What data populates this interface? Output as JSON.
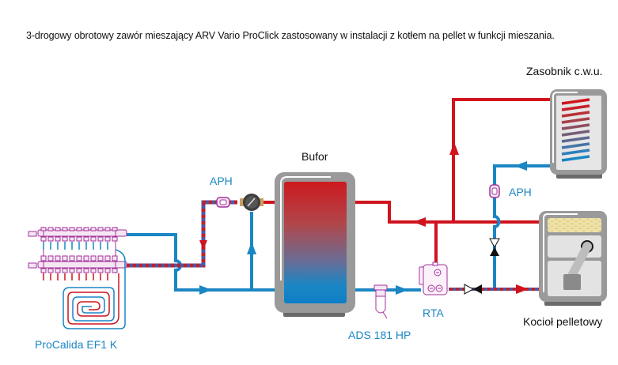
{
  "caption": "3-drogowy obrotowy zawór mieszający ARV Vario ProClick zastosowany w instalacji z kotłem na pellet w funkcji mieszania.",
  "labels": {
    "dhw_tank": "Zasobnik c.w.u.",
    "buffer": "Bufor",
    "aph_left": "APH",
    "aph_right": "APH",
    "underfloor": "ProCalida EF1 K",
    "filter": "ADS 181 HP",
    "rta": "RTA",
    "boiler": "Kocioł pelletowy"
  },
  "colors": {
    "hot": "#d0141e",
    "cold": "#1b86c4",
    "component": "#a3329a",
    "casing": "#9a9a9a",
    "text_blue": "#1b86c4"
  },
  "components": [
    {
      "name": "underfloor-manifold",
      "icon": "manifold-icon"
    },
    {
      "name": "floor-heating-loop",
      "icon": "spiral-loop-icon"
    },
    {
      "name": "aph-left",
      "icon": "aph-icon"
    },
    {
      "name": "arv-mixing-valve",
      "icon": "mixing-valve-icon"
    },
    {
      "name": "buffer-tank",
      "icon": "tank-icon"
    },
    {
      "name": "dhw-tank",
      "icon": "coil-tank-icon"
    },
    {
      "name": "aph-right",
      "icon": "aph-icon"
    },
    {
      "name": "pellet-boiler",
      "icon": "boiler-icon"
    },
    {
      "name": "filter-ads",
      "icon": "filter-icon"
    },
    {
      "name": "rta-unit",
      "icon": "pump-group-icon"
    },
    {
      "name": "check-valve-horizontal",
      "icon": "valve-icon"
    },
    {
      "name": "check-valve-vertical",
      "icon": "valve-icon"
    }
  ]
}
